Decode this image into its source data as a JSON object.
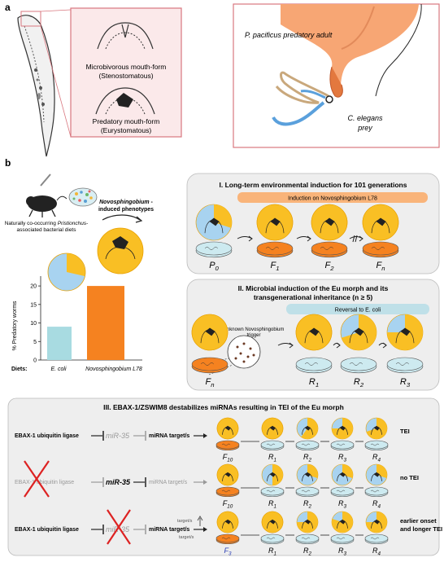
{
  "panel_a": {
    "letter": "a",
    "zoom_top_label": [
      "Microbivorous mouth-form",
      "(Stenostomatous)"
    ],
    "zoom_bottom_label": [
      "Predatory mouth-form",
      "(Eurystomatous)"
    ],
    "predator_label": "P. pacificus predatory adult",
    "prey_label": [
      "C. elegans",
      "prey"
    ]
  },
  "panel_b": {
    "letter": "b",
    "diets_caption": [
      "Naturally co-occurring ",
      "Pristionchus",
      "-",
      "associated bacterial diets"
    ],
    "induced_label": [
      "Novosphingobium",
      " -",
      "induced phenotypes"
    ],
    "bar_chart": {
      "ylabel": "% Predatory worms",
      "ticks": [
        "0",
        "5",
        "10",
        "15",
        "20"
      ],
      "diets_prefix": "Diets:",
      "categories": [
        "E. coli",
        "Novosphingobium L78"
      ],
      "values": [
        9,
        20
      ],
      "colors": [
        "#a8dbe1",
        "#f58220"
      ]
    },
    "box1": {
      "title": "I. Long-term environmental induction for 101 generations",
      "banner": "Induction on Novosphingobium L78",
      "gens": [
        "P0",
        "F1",
        "F2",
        "Fn"
      ]
    },
    "box2": {
      "title": [
        "II. Microbial induction of the Eu morph and its",
        "transgenerational inheritance (n ≥ 5)"
      ],
      "banner": "Reversal to E. coli",
      "trigger": [
        "Unknown Novosphingobium",
        "trigger"
      ],
      "gens": [
        "Fn",
        "R1",
        "R2",
        "R3"
      ]
    },
    "box3": {
      "title": "III. EBAX-1/ZSWIM8 destabilizes miRNAs resulting in TEI of the Eu morph",
      "ligase": "EBAX-1 ubiquitin ligase",
      "mir": "miR-35",
      "target": "miRNA target/s",
      "target_short": "target/s",
      "rows": [
        {
          "gens": [
            "F10",
            "R1",
            "R2",
            "R3",
            "R4"
          ],
          "outcome": [
            "TEI"
          ]
        },
        {
          "gens": [
            "F10",
            "R1",
            "R2",
            "R3",
            "R4"
          ],
          "outcome": [
            "no TEI"
          ]
        },
        {
          "gens": [
            "F3",
            "R1",
            "R2",
            "R3",
            "R4"
          ],
          "outcome": [
            "earlier onset",
            "and longer TEI"
          ]
        }
      ]
    }
  }
}
